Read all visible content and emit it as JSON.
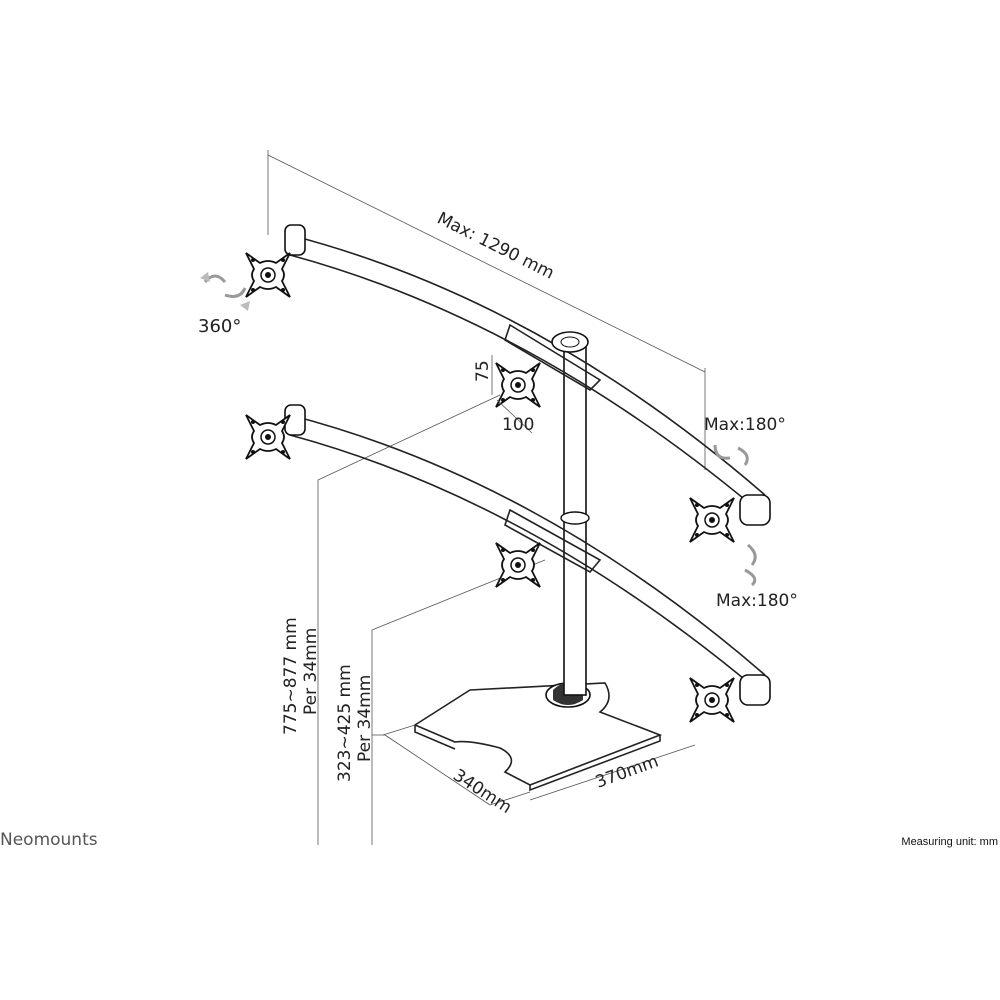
{
  "dimensions": {
    "max_width": "Max: 1290 mm",
    "rotation": "360°",
    "vesa_height": "75",
    "vesa_width": "100",
    "tilt_top": "Max:180°",
    "tilt_bottom": "Max:180°",
    "total_height": "775~877 mm",
    "total_height_step": "Per 34mm",
    "lower_height": "323~425 mm",
    "lower_height_step": "Per 34mm",
    "base_depth": "340mm",
    "base_width": "370mm"
  },
  "footer": {
    "brand": "Neomounts",
    "unit_note": "Measuring unit: mm"
  }
}
